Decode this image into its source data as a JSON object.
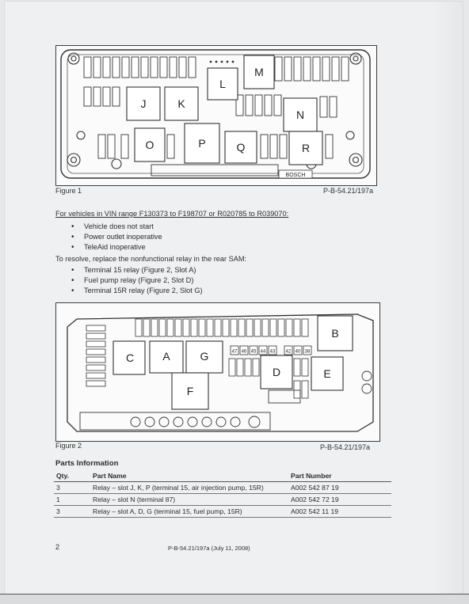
{
  "figure1": {
    "caption": "Figure 1",
    "ref": "P-B-54.21/197a",
    "slot_labels": [
      "M",
      "L",
      "J",
      "K",
      "N",
      "O",
      "P",
      "Q",
      "R"
    ],
    "stamp": "BOSCH"
  },
  "condition": {
    "heading": "For vehicles in VIN range F130373 to F198707 or R020785 to R039070:",
    "symptoms": [
      "Vehicle does not start",
      "Power outlet inoperative",
      "TeleAid inoperative"
    ],
    "resolve": "To resolve, replace the nonfunctional relay in the rear SAM:",
    "relays": [
      "Terminal 15 relay (Figure 2, Slot A)",
      "Fuel pump relay (Figure 2, Slot D)",
      "Terminal 15R relay (Figure 2, Slot G)"
    ]
  },
  "figure2": {
    "caption": "Figure 2",
    "ref": "P-B-54.21/197a",
    "slot_labels": [
      "B",
      "C",
      "A",
      "G",
      "D",
      "E",
      "F"
    ],
    "fuse_numbers": [
      "47",
      "46",
      "45",
      "44",
      "43",
      "42",
      "40",
      "38"
    ]
  },
  "parts": {
    "title": "Parts Information",
    "headers": [
      "Qty.",
      "Part Name",
      "Part Number"
    ],
    "rows": [
      [
        "3",
        "Relay – slot J, K, P (terminal 15, air injection pump, 15R)",
        "A002 542 87 19"
      ],
      [
        "1",
        "Relay – slot N (terminal 87)",
        "A002 542 72 19"
      ],
      [
        "3",
        "Relay – slot A, D, G (terminal 15, fuel pump, 15R)",
        "A002 542 11 19"
      ]
    ]
  },
  "footer": {
    "page": "2",
    "doc": "P-B-54.21/197a (July 11, 2008)"
  }
}
